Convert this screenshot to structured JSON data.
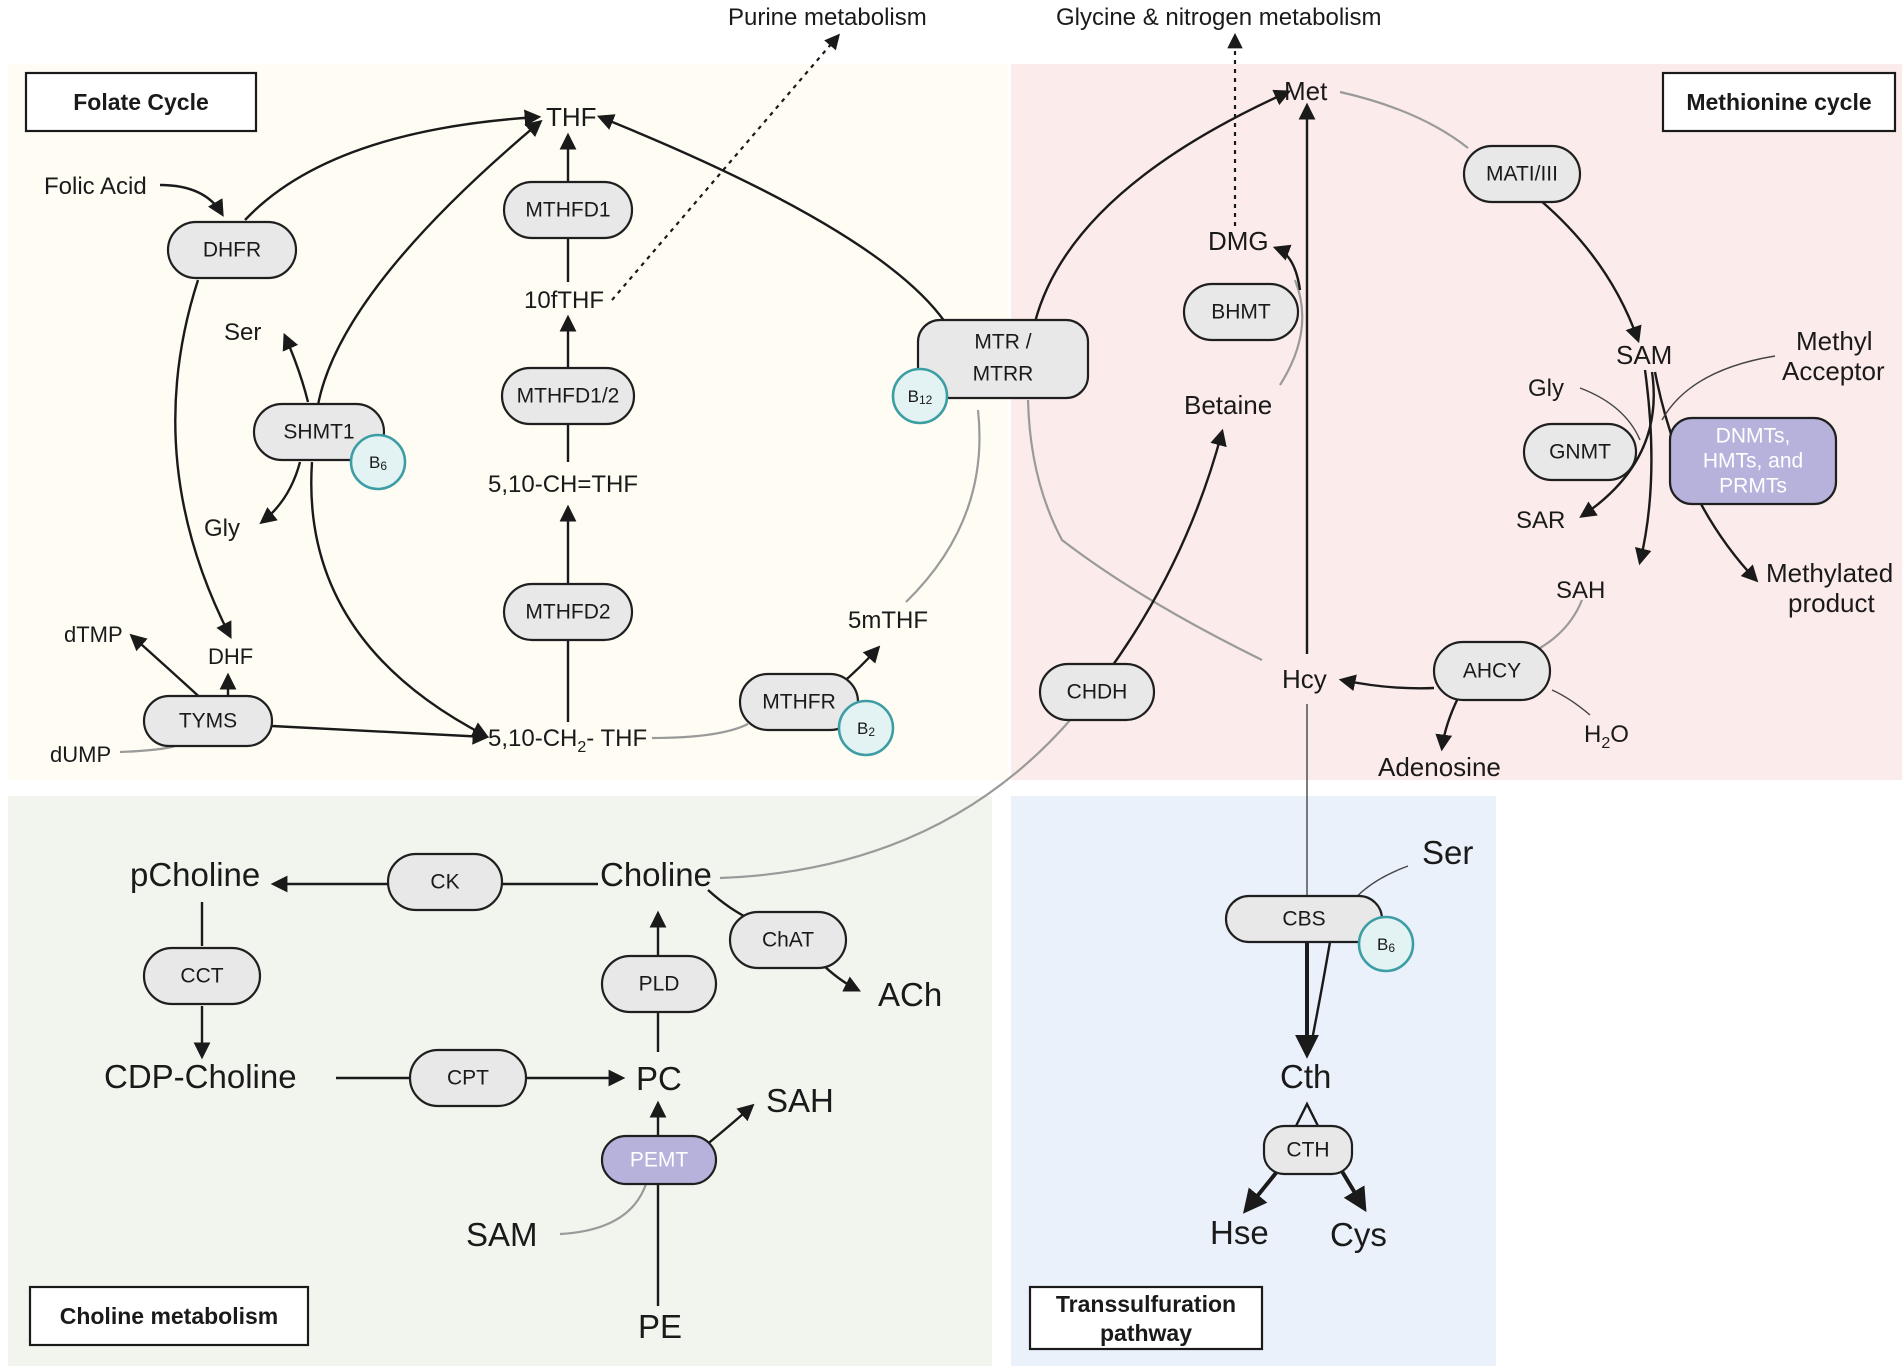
{
  "colors": {
    "folate_bg": "#fefcf3",
    "methionine_bg": "#fcebeb",
    "choline_bg": "#f2f5ee",
    "transsulfuration_bg": "#eaf1fb",
    "enzyme_fill": "#e8e8e8",
    "enzyme_highlight_fill": "#b6b2dc",
    "cofactor_ring": "#3c9ea4"
  },
  "regions": {
    "folate": "Folate Cycle",
    "methionine": "Methionine cycle",
    "choline": "Choline metabolism",
    "transsulfuration_line1": "Transsulfuration",
    "transsulfuration_line2": "pathway"
  },
  "external": {
    "purine": "Purine metabolism",
    "glycine_nitrogen": "Glycine & nitrogen metabolism"
  },
  "metabolites": {
    "thf": "THF",
    "folic_acid": "Folic Acid",
    "ser_folate": "Ser",
    "gly_folate": "Gly",
    "tenf_thf": "10fTHF",
    "methenyl_thf": "5,10-CH=THF",
    "dtmp": "dTMP",
    "dhf": "DHF",
    "dump": "dUMP",
    "methylene_thf_a": "5,10-CH",
    "methylene_thf_sub": "2",
    "methylene_thf_b": "- THF",
    "five_mthf": "5mTHF",
    "met": "Met",
    "dmg": "DMG",
    "betaine": "Betaine",
    "sam_methionine": "SAM",
    "methyl_acceptor_1": "Methyl",
    "methyl_acceptor_2": "Acceptor",
    "gly_methionine": "Gly",
    "sar": "SAR",
    "sah_methionine": "SAH",
    "methylated_1": "Methylated",
    "methylated_2": "product",
    "hcy": "Hcy",
    "adenosine": "Adenosine",
    "h2o_a": "H",
    "h2o_sub": "2",
    "h2o_b": "O",
    "pcholine": "pCholine",
    "choline": "Choline",
    "ach": "ACh",
    "cdp_choline": "CDP-Choline",
    "pc": "PC",
    "sah_choline": "SAH",
    "sam_choline": "SAM",
    "pe": "PE",
    "ser_trans": "Ser",
    "cth": "Cth",
    "hse": "Hse",
    "cys": "Cys"
  },
  "enzymes": {
    "dhfr": "DHFR",
    "shmt1": "SHMT1",
    "mthfd1": "MTHFD1",
    "mthfd1_2": "MTHFD1/2",
    "mthfd2": "MTHFD2",
    "tyms": "TYMS",
    "mthfr": "MTHFR",
    "mtr_1": "MTR /",
    "mtr_2": "MTRR",
    "bhmt": "BHMT",
    "mat": "MATI/III",
    "gnmt": "GNMT",
    "dnmt_1": "DNMTs,",
    "dnmt_2": "HMTs, and",
    "dnmt_3": "PRMTs",
    "ahcy": "AHCY",
    "chdh": "CHDH",
    "ck": "CK",
    "chat": "ChAT",
    "cct": "CCT",
    "pld": "PLD",
    "cpt": "CPT",
    "pemt": "PEMT",
    "cbs": "CBS",
    "cth_enzyme": "CTH"
  },
  "cofactors": {
    "b_letter": "B",
    "b6_sub": "6",
    "b12_sub": "12",
    "b2_sub": "2"
  }
}
